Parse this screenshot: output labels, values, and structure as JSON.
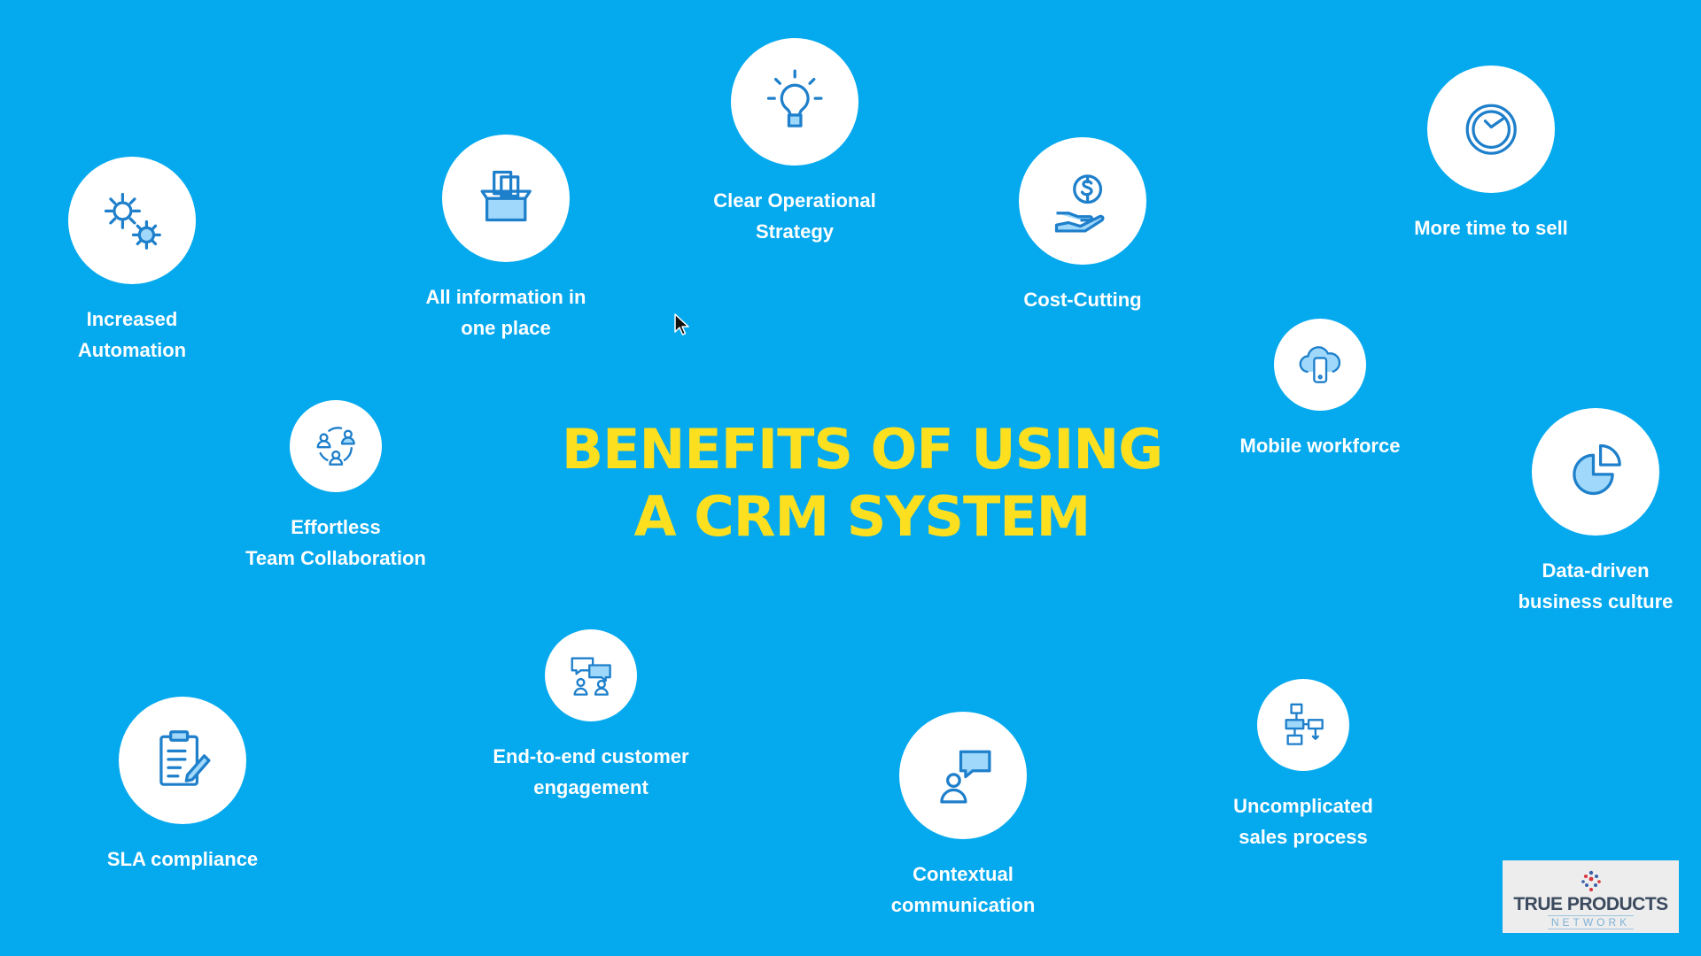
{
  "title": "BENEFITS OF USING\nA CRM SYSTEM",
  "benefits": [
    {
      "label": "Increased\nAutomation",
      "icon": "gears-icon"
    },
    {
      "label": "All information in\none place",
      "icon": "filing-box-icon"
    },
    {
      "label": "Clear Operational\nStrategy",
      "icon": "lightbulb-icon"
    },
    {
      "label": "Cost-Cutting",
      "icon": "hand-coin-icon"
    },
    {
      "label": "More time to sell",
      "icon": "clock-icon"
    },
    {
      "label": "Mobile workforce",
      "icon": "cloud-mobile-icon"
    },
    {
      "label": "Data-driven\nbusiness culture",
      "icon": "pie-chart-icon"
    },
    {
      "label": "Effortless\nTeam Collaboration",
      "icon": "team-cycle-icon"
    },
    {
      "label": "End-to-end customer\nengagement",
      "icon": "chat-people-icon"
    },
    {
      "label": "SLA compliance",
      "icon": "clipboard-pen-icon"
    },
    {
      "label": "Contextual\ncommunication",
      "icon": "person-speech-icon"
    },
    {
      "label": "Uncomplicated\nsales process",
      "icon": "flowchart-icon"
    }
  ],
  "logo": {
    "line1": "TRUE PRODUCTS",
    "line2": "NETWORK"
  },
  "colors": {
    "background": "#05A9EE",
    "title": "#FCE01F",
    "icon_stroke": "#1E7FCB",
    "icon_fill": "#9FD8FA"
  }
}
